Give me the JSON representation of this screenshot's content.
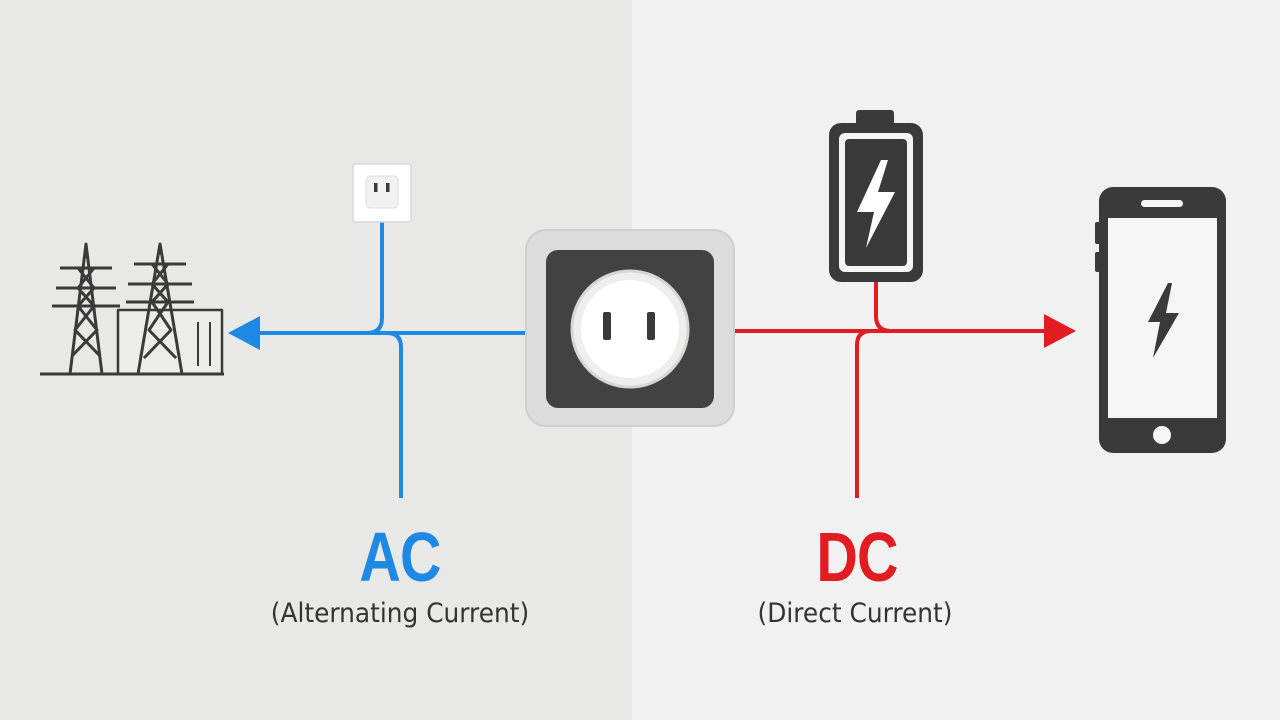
{
  "colors": {
    "ac": "#1e88e5",
    "dc": "#e11d22",
    "icon_dark": "#3a3a3a",
    "left_background": "#e8e8e6",
    "right_background": "#f1f1f1"
  },
  "icons": {
    "power_grid": "transmission-towers-icon",
    "wall_plug": "small-outlet-icon",
    "center": "wall-outlet-icon",
    "battery": "battery-charging-icon",
    "device": "smartphone-charging-icon"
  },
  "labels": {
    "ac": "AC",
    "ac_full": "(Alternating Current)",
    "dc": "DC",
    "dc_full": "(Direct Current)"
  }
}
